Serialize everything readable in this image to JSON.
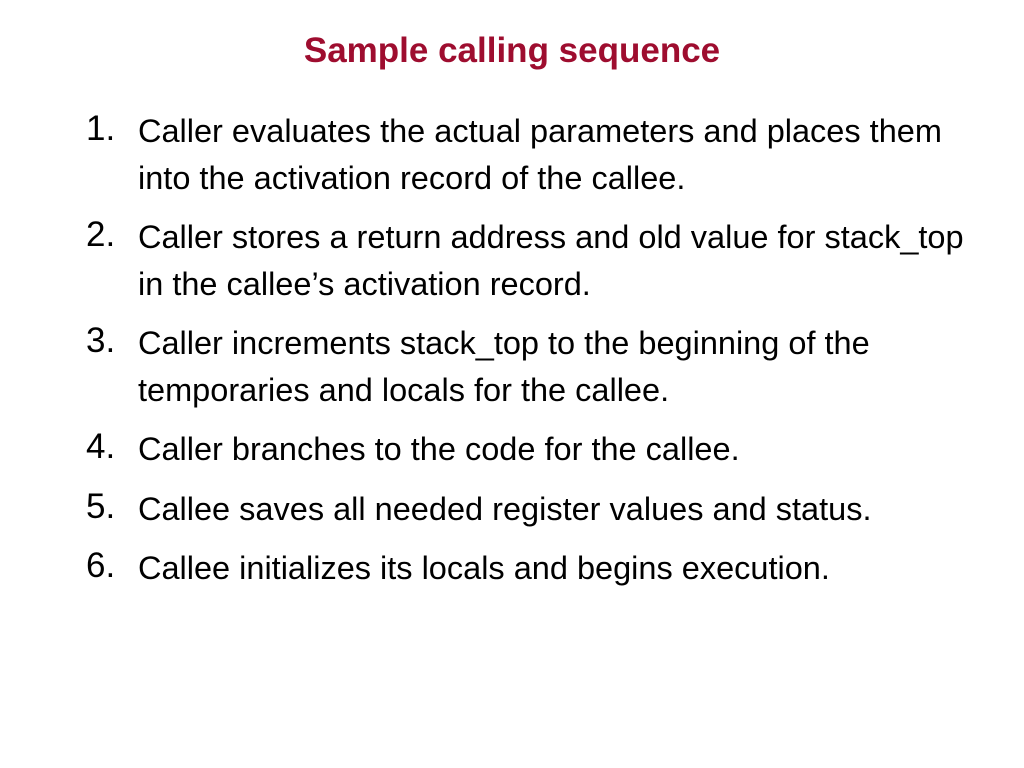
{
  "slide": {
    "title": "Sample calling sequence",
    "steps": [
      {
        "number": "1.",
        "text": "Caller evaluates the actual parameters and places them into the activation record of the callee."
      },
      {
        "number": "2.",
        "text": "Caller stores a return address and old value for stack_top in the callee’s activation record."
      },
      {
        "number": "3.",
        "text": "Caller increments stack_top to the beginning of the temporaries and locals for the callee."
      },
      {
        "number": "4.",
        "text": "Caller branches to the code for the callee."
      },
      {
        "number": "5.",
        "text": "Callee saves all needed register values and status."
      },
      {
        "number": "6.",
        "text": "Callee initializes its locals and begins execution."
      }
    ]
  },
  "colors": {
    "title": "#9e0d2f",
    "text": "#000000",
    "background": "#ffffff"
  }
}
